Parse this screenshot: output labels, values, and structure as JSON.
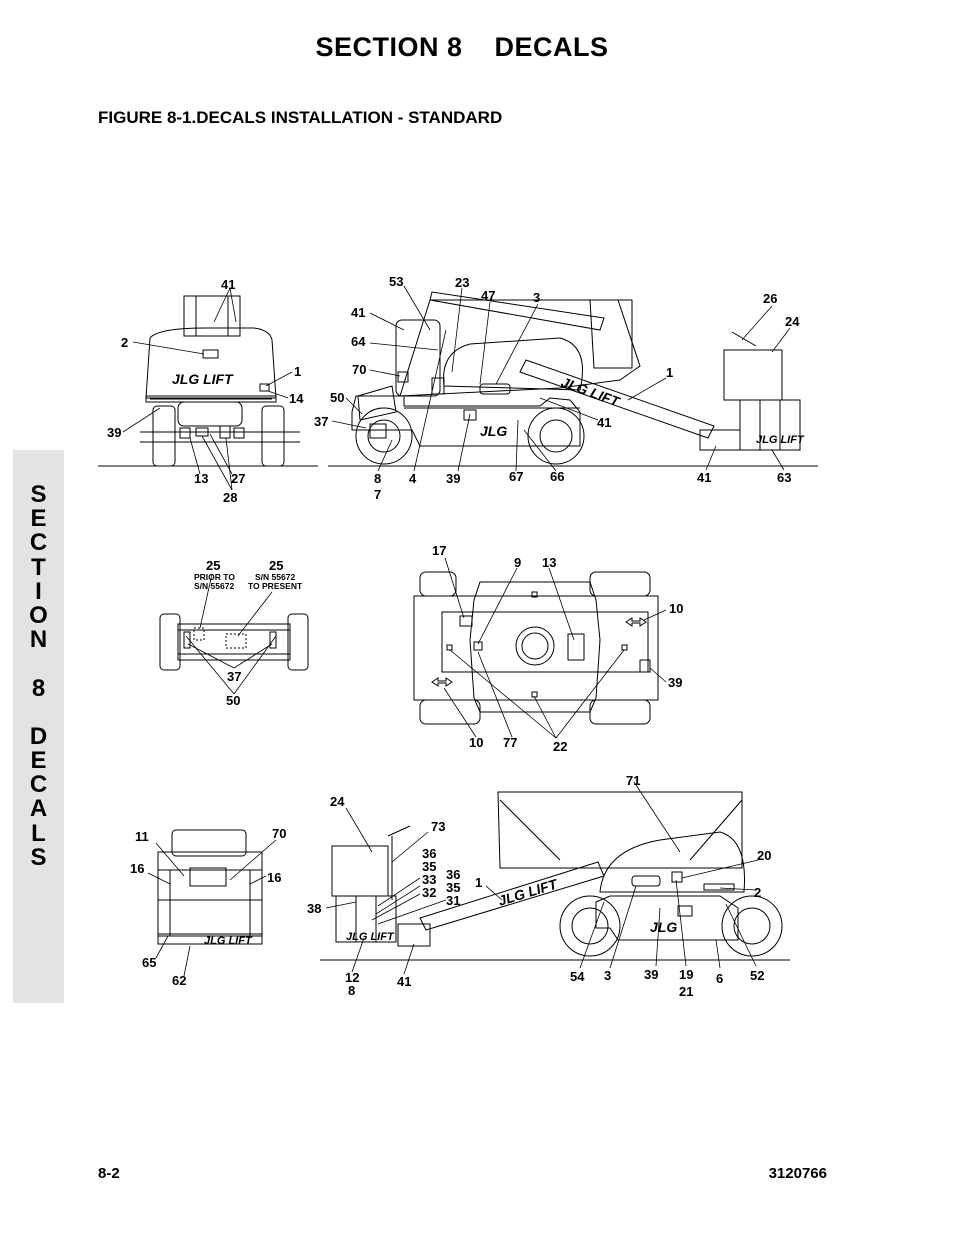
{
  "header": {
    "section_title": "SECTION 8    DECALS",
    "figure_title": "FIGURE 8-1.DECALS INSTALLATION - STANDARD"
  },
  "side_tab": {
    "letters": [
      "S",
      "E",
      "C",
      "T",
      "I",
      "O",
      "N",
      "",
      "8",
      "",
      "D",
      "E",
      "C",
      "A",
      "L",
      "S"
    ]
  },
  "brand_marks": {
    "jlg_lift": "JLG LIFT",
    "jlg": "JLG"
  },
  "views": {
    "rear": {
      "callouts": [
        "41",
        "2",
        "1",
        "14",
        "39",
        "13",
        "27",
        "28"
      ]
    },
    "side_left": {
      "callouts": [
        "53",
        "23",
        "47",
        "3",
        "41",
        "64",
        "70",
        "50",
        "37",
        "8",
        "7",
        "4",
        "39",
        "67",
        "66",
        "41",
        "1",
        "26",
        "24",
        "41",
        "63"
      ]
    },
    "bottom": {
      "callouts": [
        "25",
        "25",
        "37",
        "50"
      ],
      "note_prior": "PRIOR TO",
      "note_prior_sn": "S/N 55672",
      "note_after_sn": "S/N 55672",
      "note_after": "TO PRESENT"
    },
    "top": {
      "callouts": [
        "17",
        "9",
        "13",
        "10",
        "39",
        "10",
        "77",
        "22"
      ]
    },
    "front": {
      "callouts": [
        "11",
        "70",
        "16",
        "16",
        "65",
        "62"
      ]
    },
    "side_right": {
      "callouts": [
        "24",
        "73",
        "36",
        "35",
        "33",
        "32",
        "36",
        "35",
        "31",
        "1",
        "38",
        "12",
        "8",
        "41",
        "71",
        "20",
        "2",
        "54",
        "3",
        "39",
        "19",
        "21",
        "6",
        "52"
      ]
    }
  },
  "footer": {
    "page_number": "8-2",
    "doc_number": "3120766"
  }
}
